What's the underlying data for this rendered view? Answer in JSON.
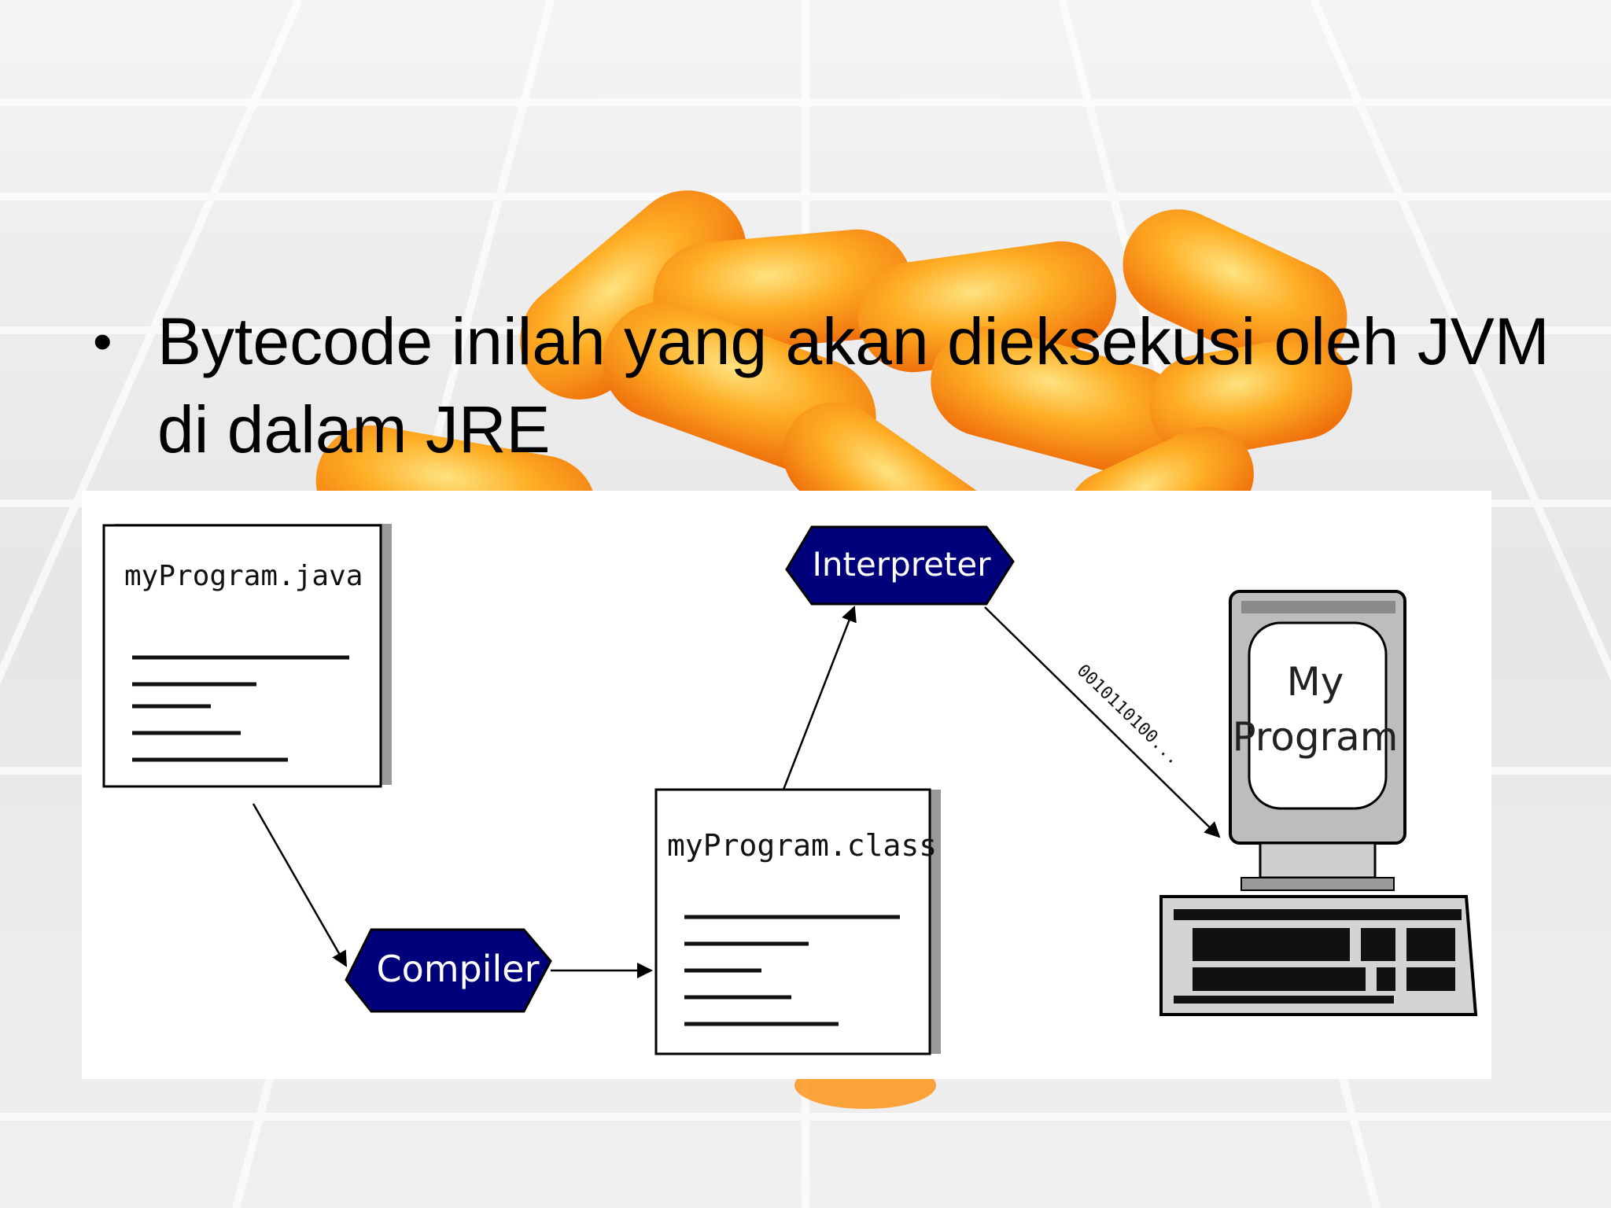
{
  "slide": {
    "bullet_text": "Bytecode inilah yang akan dieksekusi oleh JVM di dalam JRE"
  },
  "diagram": {
    "source_file": "myProgram.java",
    "class_file": "myProgram.class",
    "compiler": "Compiler",
    "interpreter": "Interpreter",
    "binary_stream": "0010110100...",
    "screen_line1": "My",
    "screen_line2": "Program"
  },
  "colors": {
    "pill_fill": "#00007a",
    "pill_text": "#ffffff",
    "capsule": "#ff8a00"
  }
}
